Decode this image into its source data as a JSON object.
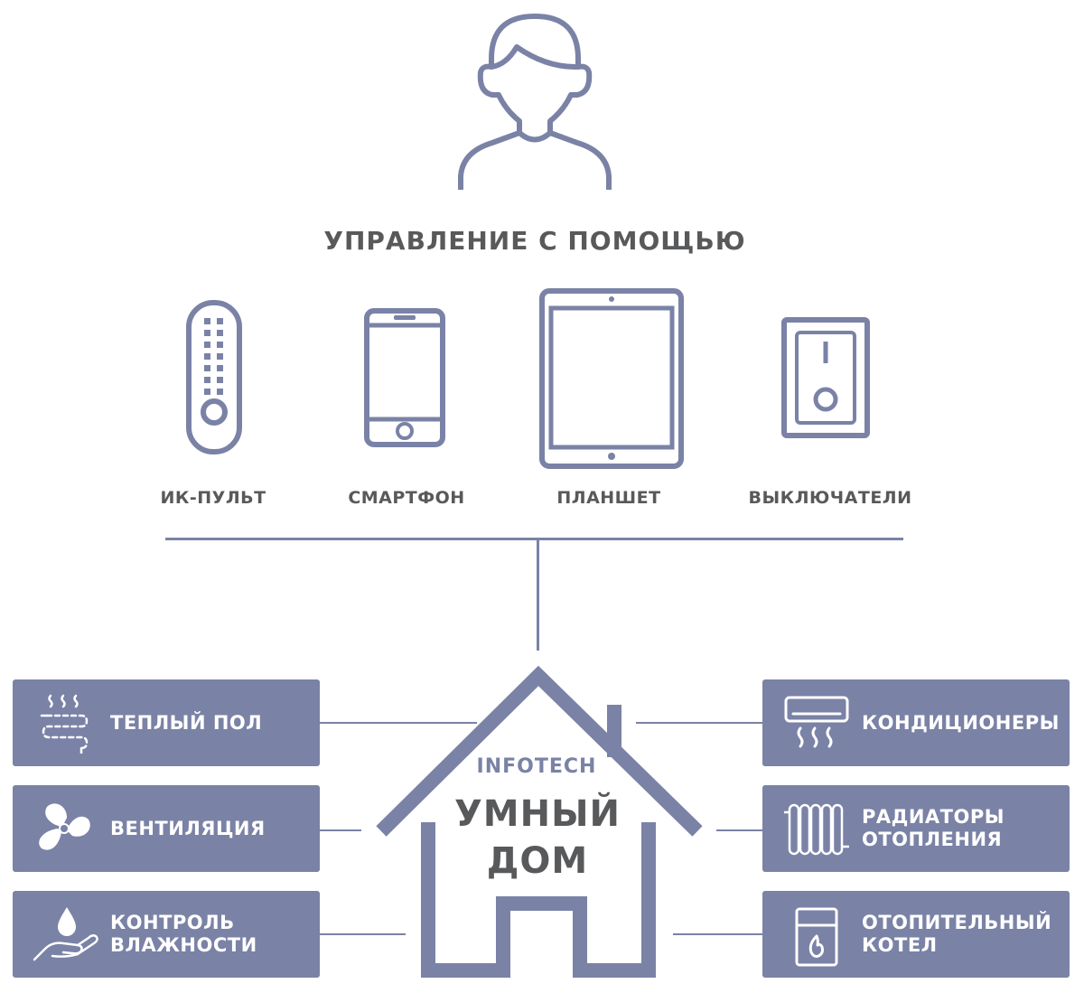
{
  "heading": "УПРАВЛЕНИЕ С ПОМОЩЬЮ",
  "devices": [
    {
      "label": "ИК-ПУЛЬТ",
      "icon": "remote-icon"
    },
    {
      "label": "СМАРТФОН",
      "icon": "smartphone-icon"
    },
    {
      "label": "ПЛАНШЕТ",
      "icon": "tablet-icon"
    },
    {
      "label": "ВЫКЛЮЧАТЕЛИ",
      "icon": "switch-icon"
    }
  ],
  "house": {
    "brand": "INFOTECH",
    "title_line1": "УМНЫЙ",
    "title_line2": "ДОМ"
  },
  "left_systems": [
    {
      "line1": "ТЕПЛЫЙ ПОЛ",
      "line2": "",
      "icon": "floor-heating-icon"
    },
    {
      "line1": "ВЕНТИЛЯЦИЯ",
      "line2": "",
      "icon": "fan-icon"
    },
    {
      "line1": "КОНТРОЛЬ",
      "line2": "ВЛАЖНОСТИ",
      "icon": "humidity-icon"
    }
  ],
  "right_systems": [
    {
      "line1": "КОНДИЦИОНЕРЫ",
      "line2": "",
      "icon": "air-conditioner-icon"
    },
    {
      "line1": "РАДИАТОРЫ",
      "line2": "ОТОПЛЕНИЯ",
      "icon": "radiator-icon"
    },
    {
      "line1": "ОТОПИТЕЛЬНЫЙ",
      "line2": "КОТЕЛ",
      "icon": "boiler-icon"
    }
  ],
  "colors": {
    "accent": "#7a82a6",
    "text": "#58595b",
    "box_text": "#ffffff"
  }
}
